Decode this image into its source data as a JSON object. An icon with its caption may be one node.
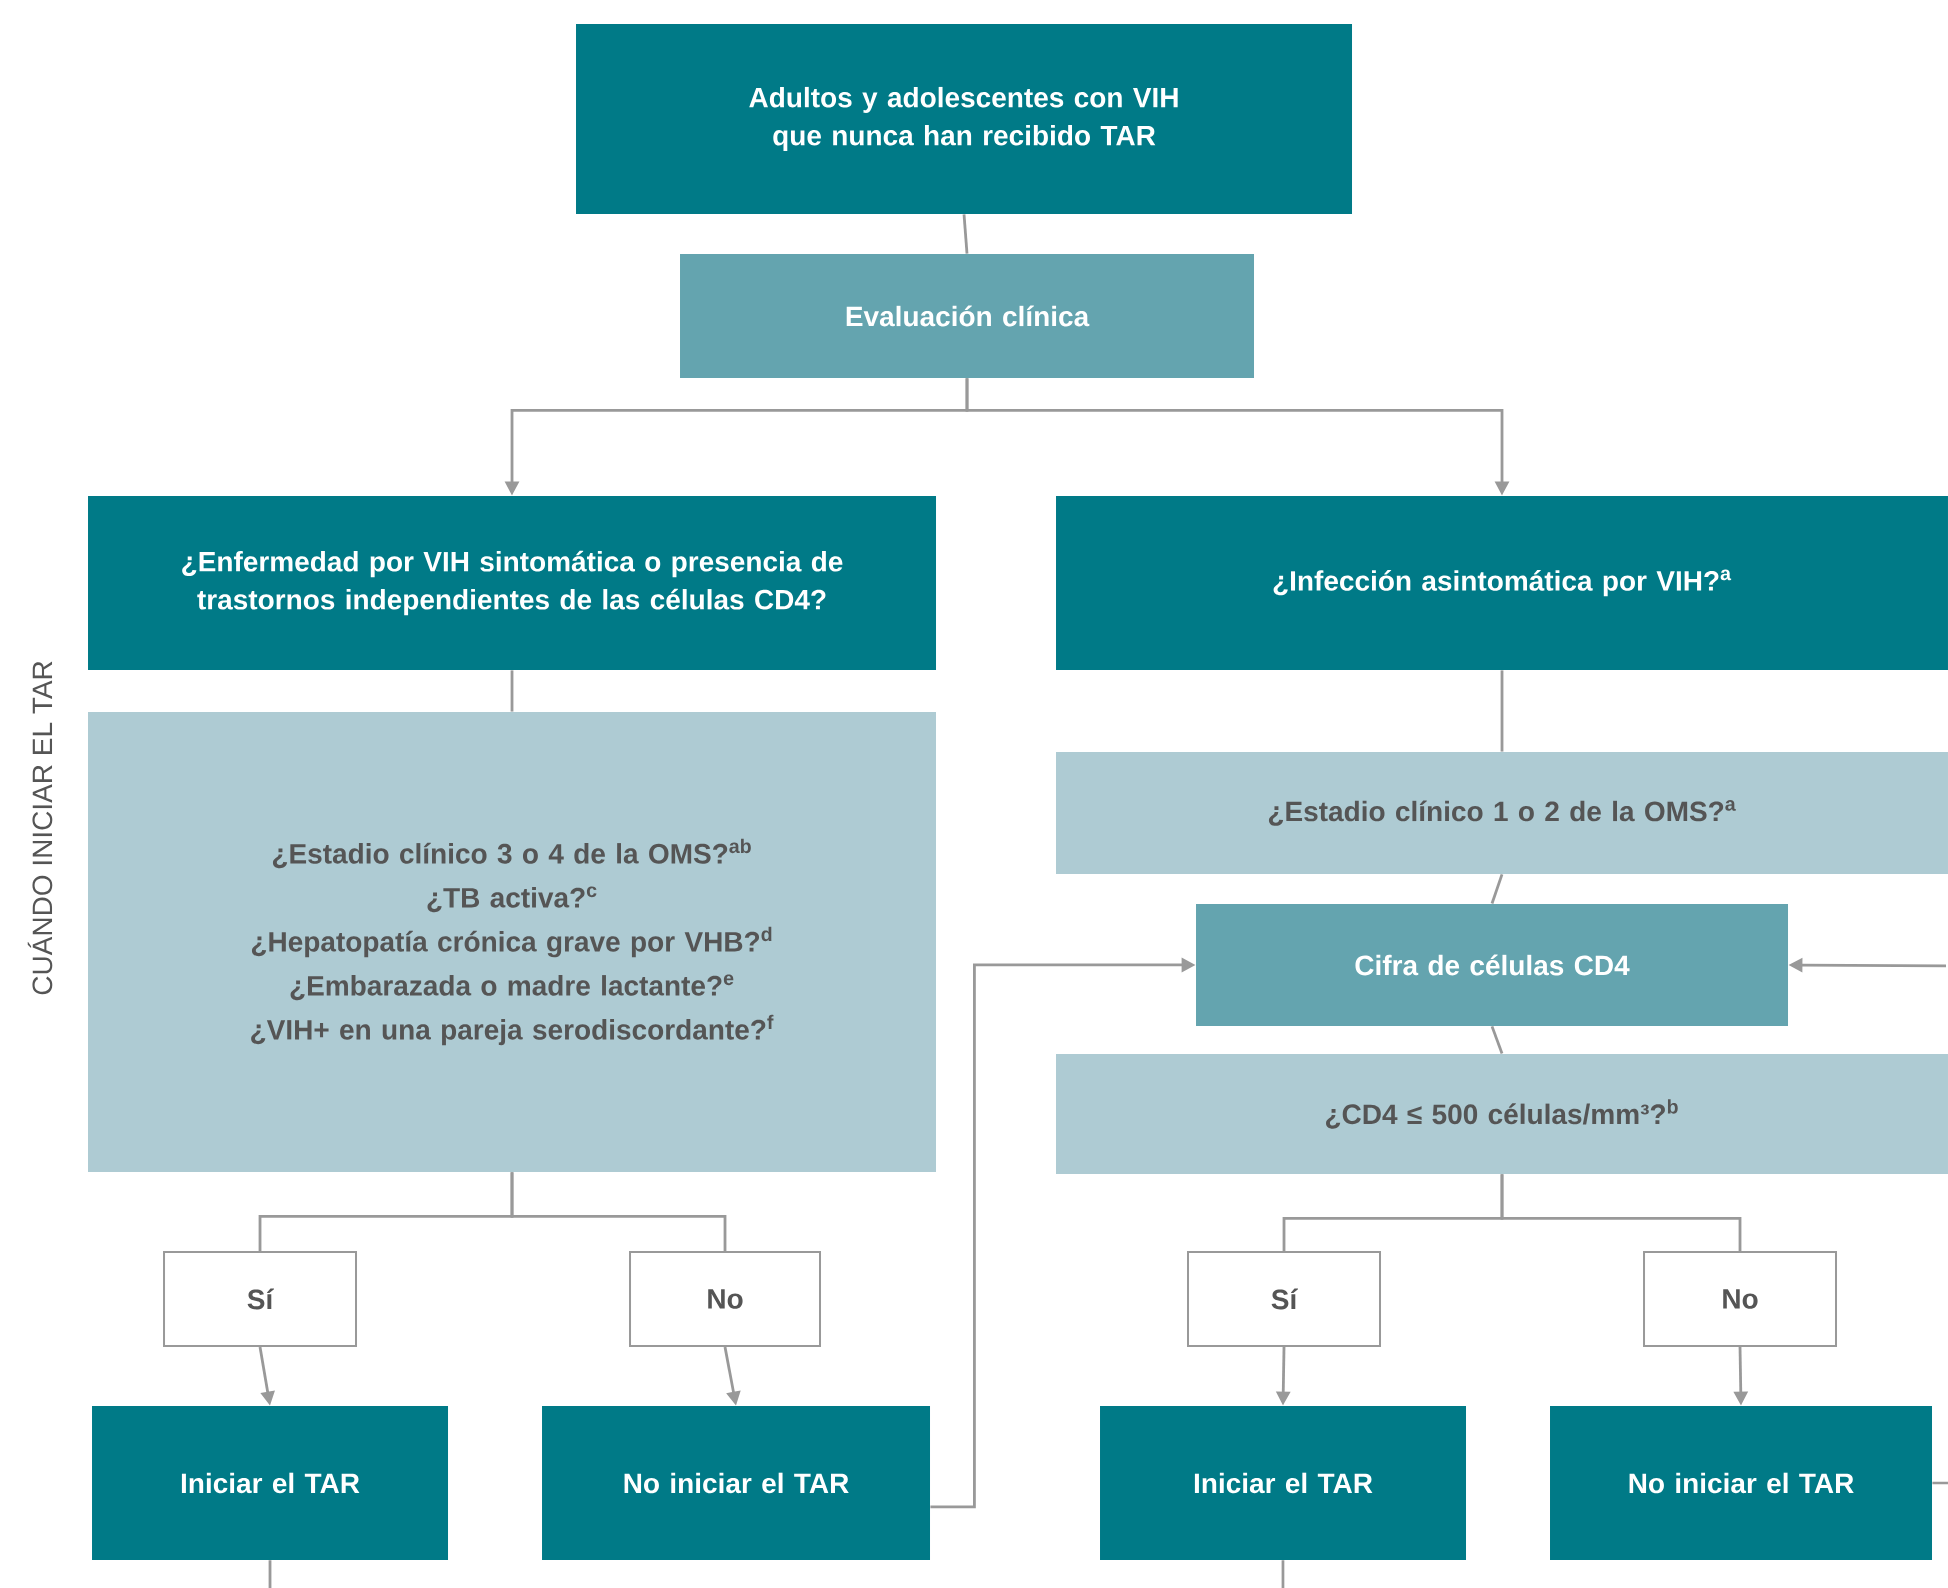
{
  "diagram": {
    "nodes": [
      {
        "text": [
          "Adultos y adolescentes con VIH que nunca han recibido TAR"
        ]
      },
      {
        "text": [
          "Evaluación clínica"
        ]
      },
      {
        "text": [
          "¿Enfermedad por VIH sintomática o presencia de trastornos independientes de las células CD4?"
        ]
      },
      {
        "text": [
          "¿Infección asintomática por VIH?$^{a}$"
        ]
      },
      {
        "text": [
          "¿Estadio clínico 3 o 4 de la OMS?$^{ab}$",
          "¿TB activa?$^{c}$",
          "¿Hepatopatía crónica grave por VHB?$^{d}$",
          "¿Embarazada o madre lactante?$^{e}$",
          "¿VIH+ en una pareja serodiscordante?$^{f}$"
        ]
      },
      {
        "text": [
          "¿Estadio clínico 1 o 2 de la OMS?$^{a}$"
        ]
      },
      {
        "text": [
          "Cifra de células CD4"
        ]
      },
      {
        "text": [
          "¿CD4 ≤ 500 células/mm³?$^{b}$"
        ]
      },
      {
        "text": [
          "Sí"
        ]
      },
      {
        "text": [
          "No"
        ]
      },
      {
        "text": [
          "Iniciar el TAR"
        ]
      },
      {
        "text": [
          "No iniciar el TAR"
        ]
      },
      {
        "text": [
          "Sí"
        ]
      },
      {
        "text": [
          "No"
        ]
      },
      {
        "text": [
          "Iniciar el TAR"
        ]
      },
      {
        "text": [
          "No iniciar el TAR"
        ]
      }
    ],
    "edges": [
      {
        "from": 0,
        "to": 1,
        "arrow": "none"
      },
      {
        "from": 1,
        "to": 2,
        "arrow": "to"
      },
      {
        "from": 1,
        "to": 3,
        "arrow": "to"
      },
      {
        "from": 2,
        "to": 4,
        "arrow": "none"
      },
      {
        "from": 3,
        "to": 5,
        "arrow": "none"
      },
      {
        "from": 5,
        "to": 6,
        "arrow": "none"
      },
      {
        "from": 6,
        "to": 7,
        "arrow": "none"
      },
      {
        "from": 4,
        "to": 8,
        "arrow": "none"
      },
      {
        "from": 4,
        "to": 9,
        "arrow": "none"
      },
      {
        "from": 8,
        "to": 10,
        "arrow": "to"
      },
      {
        "from": 9,
        "to": 11,
        "arrow": "to"
      },
      {
        "from": 7,
        "to": 12,
        "arrow": "none"
      },
      {
        "from": 7,
        "to": 13,
        "arrow": "none"
      },
      {
        "from": 12,
        "to": 14,
        "arrow": "to"
      },
      {
        "from": 13,
        "to": 15,
        "arrow": "to"
      },
      {
        "from": 11,
        "to": 6,
        "arrow": "to"
      },
      {
        "from": null,
        "to": 6,
        "arrow": "to"
      },
      {
        "from": 15,
        "to": null,
        "arrow": "none"
      },
      {
        "from": 10,
        "to": null,
        "arrow": "none"
      },
      {
        "from": 14,
        "to": null,
        "arrow": "none"
      }
    ],
    "labels": [
      "CUÁNDO INICIAR EL TAR"
    ]
  }
}
